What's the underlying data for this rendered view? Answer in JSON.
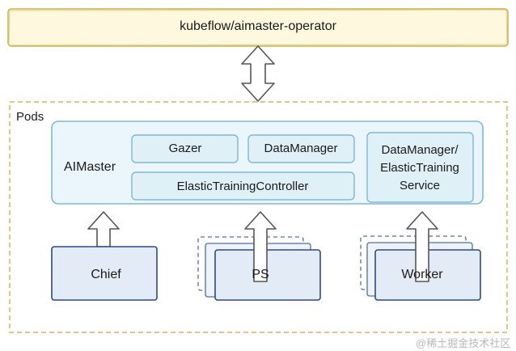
{
  "operator": {
    "label": "kubeflow/aimaster-operator"
  },
  "pods": {
    "label": "Pods",
    "aimaster": {
      "label": "AIMaster",
      "components": {
        "gazer": "Gazer",
        "data_manager": "DataManager",
        "elastic_training_controller": "ElasticTrainingController"
      },
      "service": "DataManager/\nElasticTraining\nService"
    },
    "chief": "Chief",
    "ps": "PS",
    "worker": "Worker"
  },
  "watermark": "@稀土掘金技术社区",
  "colors": {
    "operator_fill": "#fdf8de",
    "operator_stroke": "#c9b24a",
    "pods_border": "#d7b45f",
    "aimaster_fill": "#eaf6fb",
    "aimaster_stroke": "#7fb8d8",
    "pod_fill": "#e3ebf7",
    "pod_stroke": "#2c4b82",
    "arrow_stroke": "#555555"
  }
}
